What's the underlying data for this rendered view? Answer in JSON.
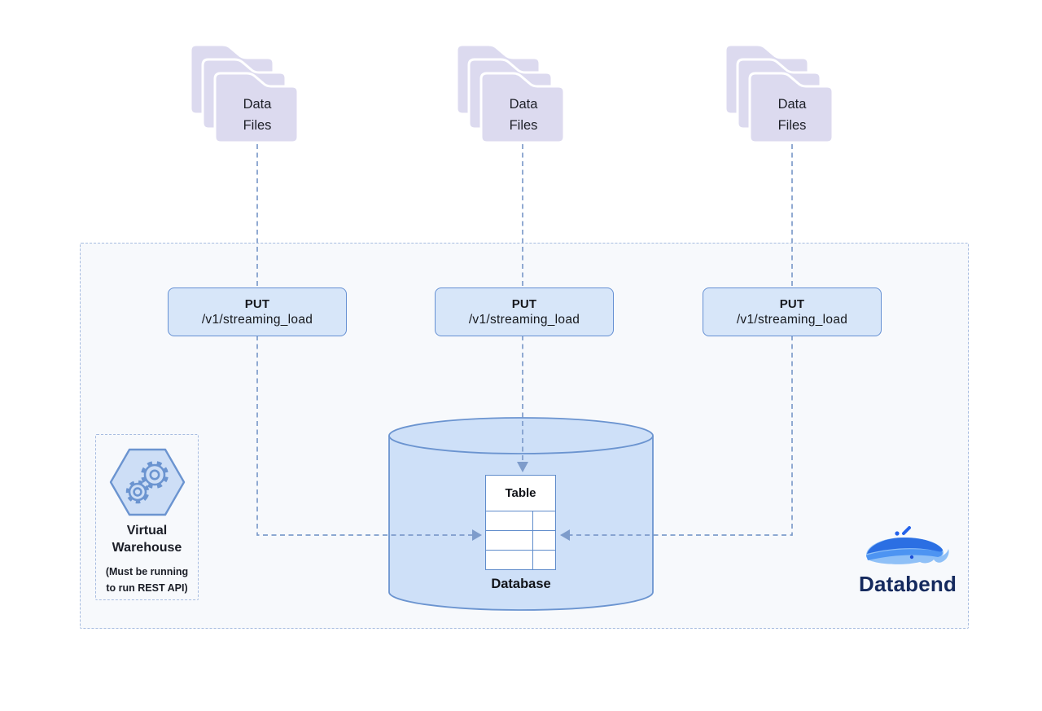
{
  "sources": [
    {
      "label": "Data Files"
    },
    {
      "label": "Data Files"
    },
    {
      "label": "Data Files"
    }
  ],
  "endpoints": [
    {
      "method": "PUT",
      "path": "/v1/streaming_load"
    },
    {
      "method": "PUT",
      "path": "/v1/streaming_load"
    },
    {
      "method": "PUT",
      "path": "/v1/streaming_load"
    }
  ],
  "warehouse": {
    "title": "Virtual Warehouse",
    "note_lines": [
      "(Must be running",
      "to run REST API)"
    ]
  },
  "database": {
    "table_label": "Table",
    "label": "Database",
    "table_rows": 3,
    "table_columns": 2
  },
  "brand": {
    "name": "Databend"
  },
  "colors": {
    "folder_fill": "#dcdaef",
    "endpoint_fill": "#d7e6f9",
    "endpoint_border": "#6590d3",
    "connector": "#7e9ccb",
    "container_fill": "#f7f9fc",
    "container_border": "#a7bce0",
    "cylinder_fill": "#cee0f8",
    "cylinder_stroke": "#6b94d0",
    "table_stroke": "#5f8ccb",
    "brand_navy": "#152a5e",
    "whale_blue_dark": "#2b6fe3",
    "whale_blue_mid": "#4d94f2",
    "whale_blue_light": "#8fc0f7"
  }
}
